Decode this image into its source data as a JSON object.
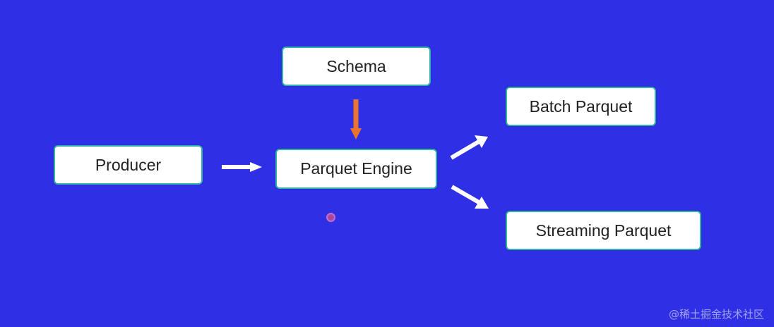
{
  "nodes": {
    "schema": "Schema",
    "producer": "Producer",
    "engine": "Parquet Engine",
    "batch": "Batch Parquet",
    "streaming": "Streaming Parquet"
  },
  "edges": [
    {
      "from": "producer",
      "to": "engine",
      "color": "#ffffff"
    },
    {
      "from": "schema",
      "to": "engine",
      "color": "#e8742e"
    },
    {
      "from": "engine",
      "to": "batch",
      "color": "#ffffff"
    },
    {
      "from": "engine",
      "to": "streaming",
      "color": "#ffffff"
    }
  ],
  "watermark": "@稀土掘金技术社区",
  "colors": {
    "background": "#2f2fe6",
    "node_border": "#2fb2a8",
    "arrow_white": "#ffffff",
    "arrow_orange": "#e8742e"
  }
}
